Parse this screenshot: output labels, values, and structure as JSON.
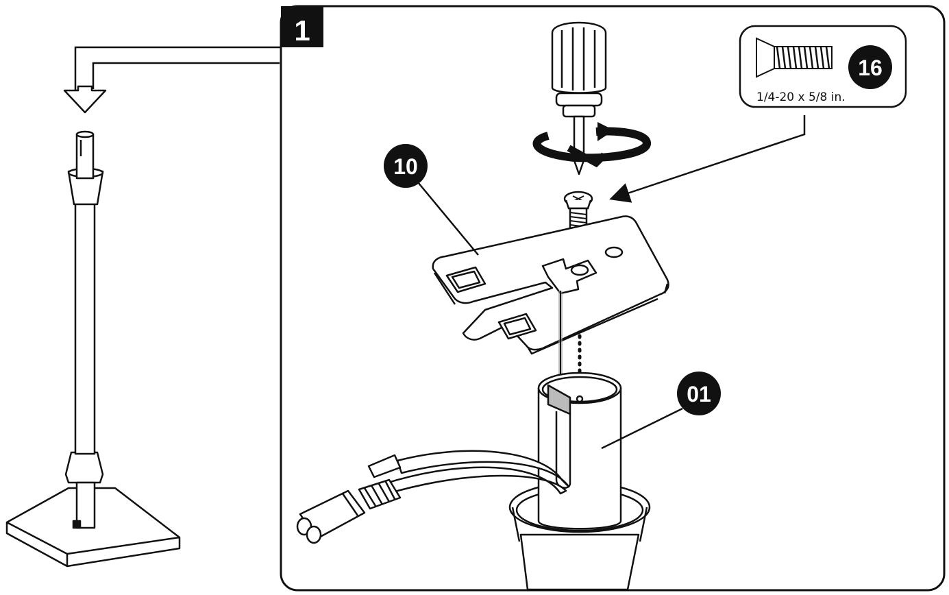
{
  "step": {
    "number": "1"
  },
  "hardware_callout": {
    "part_number": "16",
    "spec": "1/4-20 x 5/8 in."
  },
  "parts": [
    {
      "id": "plate",
      "number": "10"
    },
    {
      "id": "pole",
      "number": "01"
    }
  ],
  "colors": {
    "line": "#111111",
    "fill": "#ffffff",
    "badge": "#111111"
  }
}
